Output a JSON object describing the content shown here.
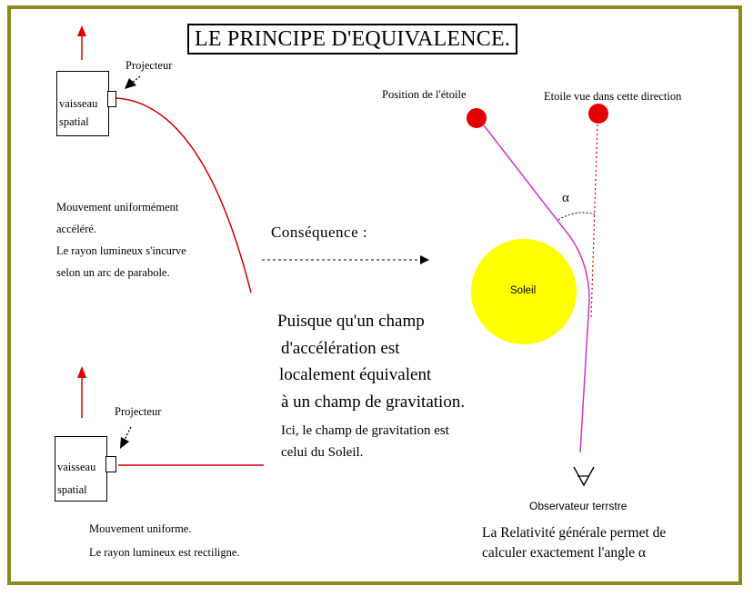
{
  "title": "LE PRINCIPE D'EQUIVALENCE.",
  "top_scene": {
    "projector_label": "Projecteur",
    "ship_label_line1": "vaisseau",
    "ship_label_line2": "spatial",
    "description": [
      "Mouvement uniformément",
      "accéléré.",
      "Le rayon lumineux  s'incurve",
      "selon un arc de parabole."
    ]
  },
  "bottom_scene": {
    "projector_label": "Projecteur",
    "ship_label_line1": "vaisseau",
    "ship_label_line2": "spatial",
    "description": [
      "Mouvement uniforme.",
      "Le rayon lumineux est rectiligne."
    ]
  },
  "consequence_label": "Conséquence :",
  "principle_text": [
    "Puisque qu'un champ",
    "d'accélération est",
    "localement équivalent",
    "à un champ de gravitation."
  ],
  "sun_note": [
    "Ici, le champ de gravitation est",
    "celui du Soleil."
  ],
  "star_position_label": "Position de l'étoile",
  "star_apparent_label": "Etoile vue dans cette direction",
  "sun_label": "Soleil",
  "angle_symbol": "α",
  "observer_label": "Observateur terrstre",
  "conclusion": [
    "La Relativité générale permet de",
    "calculer exactement l'angle  α"
  ],
  "colors": {
    "frame": "#8b8b1e",
    "sun": "#ffff00",
    "star": "#e30000",
    "light_ray": "#cc0000",
    "deflected_ray": "#cc33cc",
    "arrow": "#e00000"
  }
}
